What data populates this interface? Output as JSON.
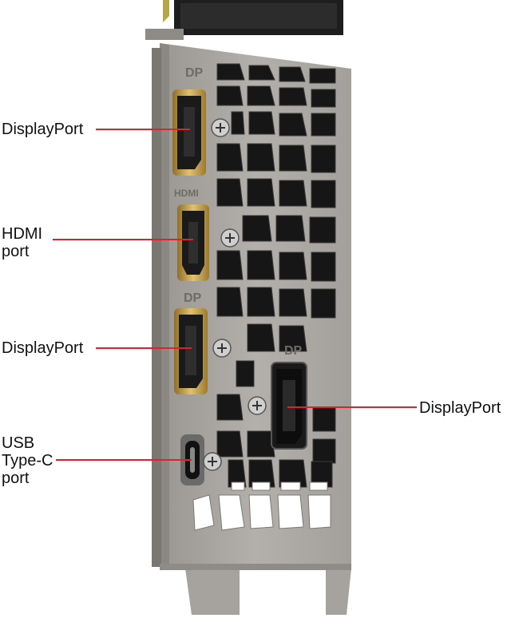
{
  "image": {
    "subject": "graphics card I/O bracket",
    "colors": {
      "bracket": "#a9a6a2",
      "bracket_shadow": "#8b8884",
      "vent_hole": "#151515",
      "fin": "#4a4a4a",
      "connector_gold": "#c9a24a",
      "leader_line": "#e0202a",
      "label_text": "#111111"
    }
  },
  "callouts": {
    "displayport_top": "DisplayPort",
    "hdmi": "HDMI\nport",
    "displayport_middle": "DisplayPort",
    "usb_type_c": "USB\nType-C\nport",
    "displayport_right": "DisplayPort"
  },
  "bracket_markings": {
    "dp_top": "DP",
    "hdmi": "HDMI",
    "dp_middle": "DP",
    "dp_right": "DP"
  }
}
